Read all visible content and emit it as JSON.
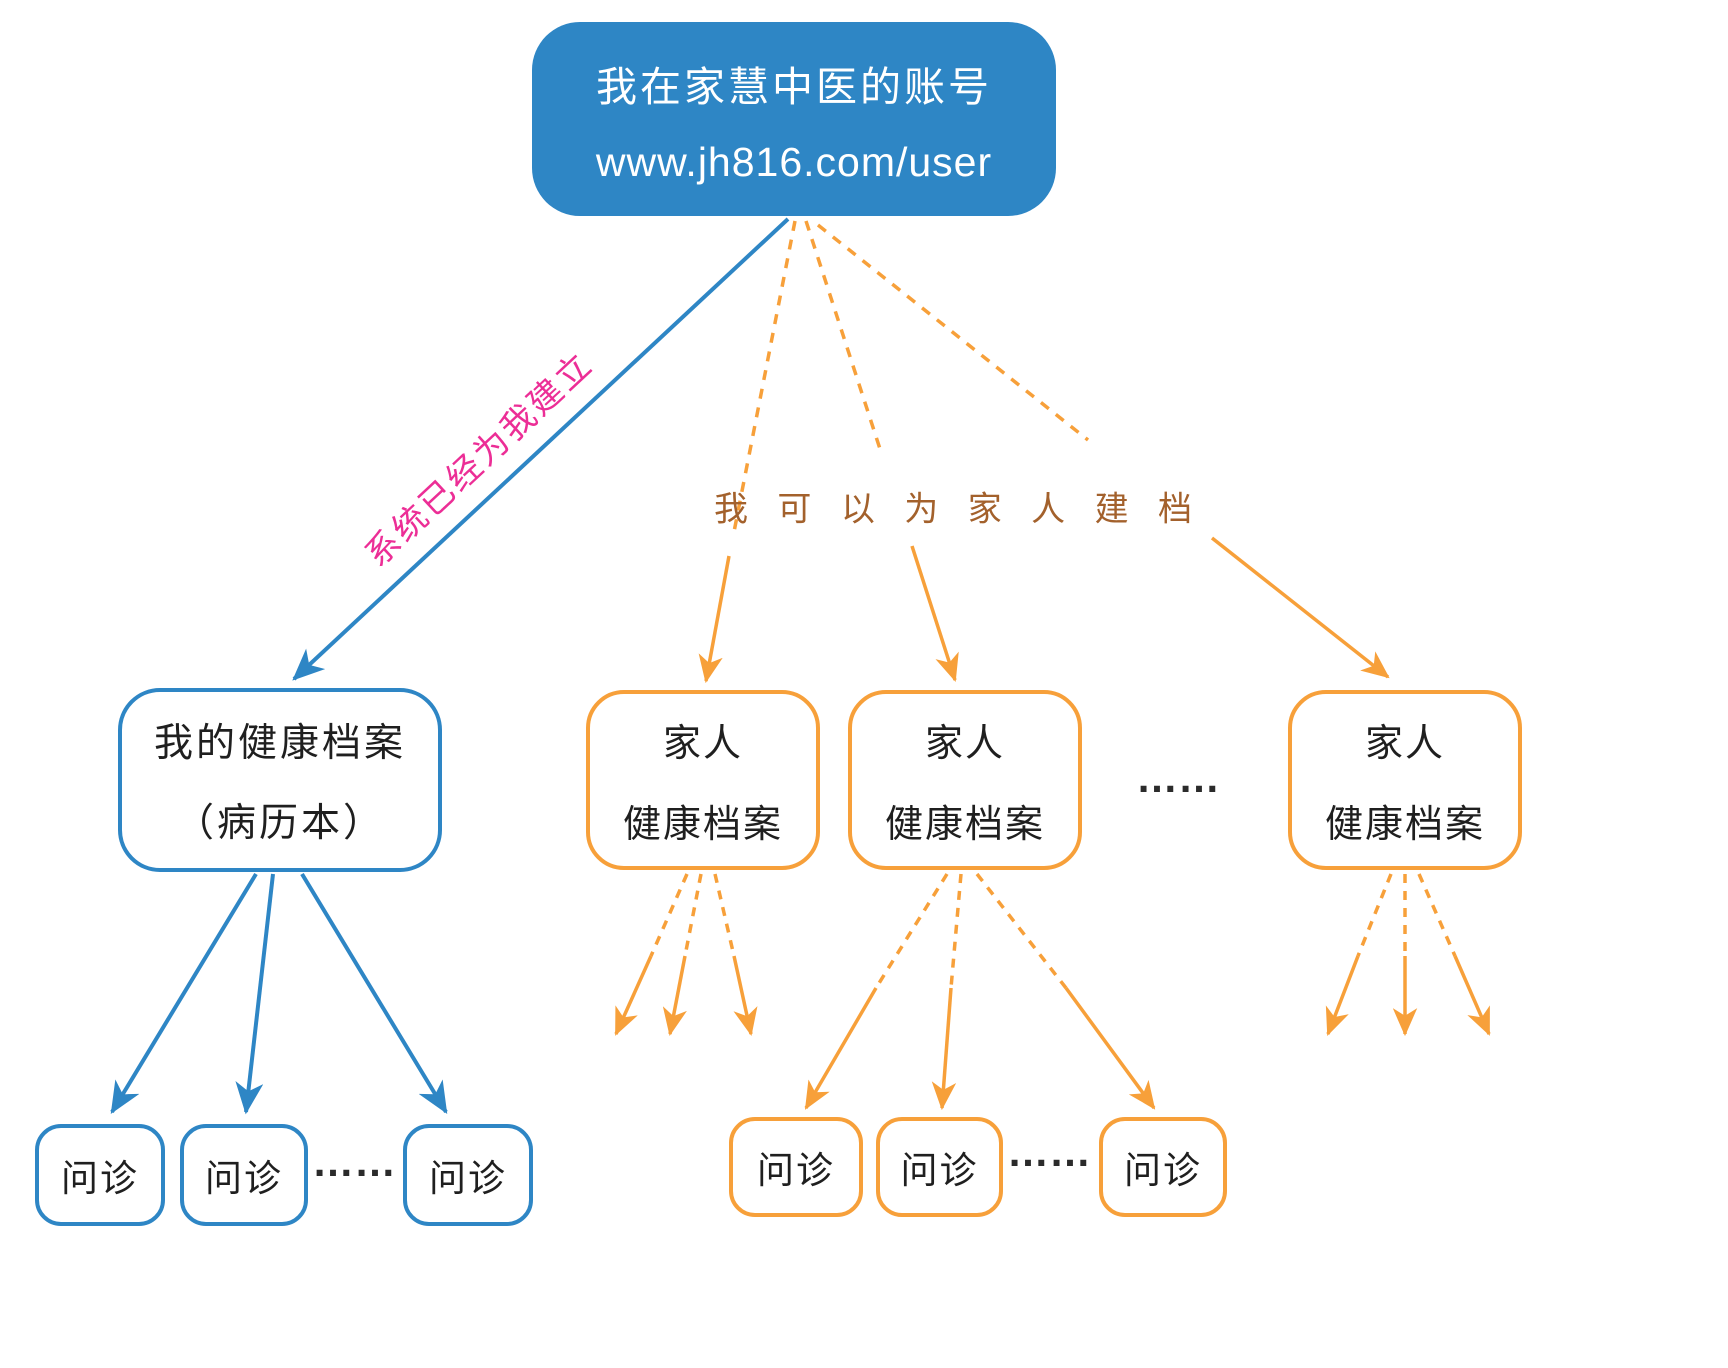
{
  "diagram": {
    "root": {
      "title": "我在家慧中医的账号",
      "url": "www.jh816.com/user"
    },
    "labels": {
      "self_edge": "系统已经为我建立",
      "family_edge": "我 可 以 为 家 人 建 档"
    },
    "nodes": {
      "my_archive": {
        "line1": "我的健康档案",
        "line2": "（病历本）"
      },
      "family_archive": {
        "line1": "家人",
        "line2": "健康档案"
      },
      "consult": "问诊",
      "ellipsis": "……"
    },
    "colors": {
      "blue": "#2E86C5",
      "orange": "#F7A03A",
      "pink": "#EC2E96",
      "brown": "#A3612C",
      "text": "#1F1F1F"
    }
  }
}
